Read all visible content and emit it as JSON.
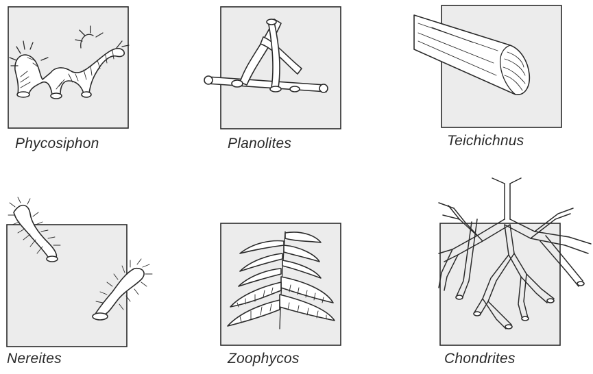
{
  "figure": {
    "panels": [
      {
        "id": "phycosiphon",
        "label": "Phycosiphon"
      },
      {
        "id": "planolites",
        "label": "Planolites"
      },
      {
        "id": "teichichnus",
        "label": "Teichichnus"
      },
      {
        "id": "nereites",
        "label": "Nereites"
      },
      {
        "id": "zoophycos",
        "label": "Zoophycos"
      },
      {
        "id": "chondrites",
        "label": "Chondrites"
      }
    ]
  }
}
